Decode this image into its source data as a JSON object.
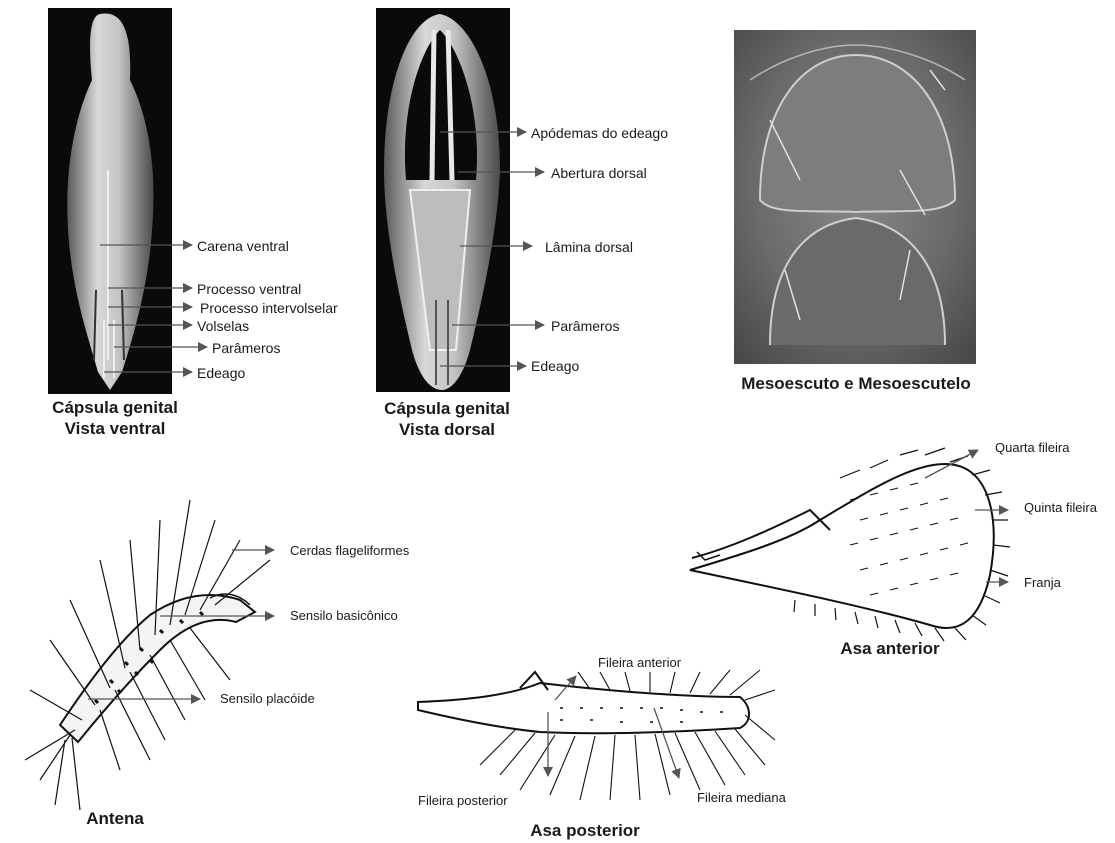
{
  "panels": {
    "ventral": {
      "labels": [
        "Carena ventral",
        "Processo ventral",
        "Processo intervolselar",
        "Volselas",
        "Parâmeros",
        "Edeago"
      ],
      "caption_line1": "Cápsula genital",
      "caption_line2": "Vista ventral"
    },
    "dorsal": {
      "labels": [
        "Apódemas do edeago",
        "Abertura dorsal",
        "Lâmina dorsal",
        "Parâmeros",
        "Edeago"
      ],
      "caption_line1": "Cápsula genital",
      "caption_line2": "Vista dorsal"
    },
    "mesoscutum": {
      "caption": "Mesoescuto e Mesoescutelo"
    },
    "forewing": {
      "labels": [
        "Quarta fileira",
        "Quinta fileira",
        "Franja"
      ],
      "caption": "Asa anterior"
    },
    "antenna": {
      "labels": [
        "Cerdas flageliformes",
        "Sensilo basicônico",
        "Sensilo placóide"
      ],
      "caption": "Antena"
    },
    "hindwing": {
      "labels": [
        "Fileira anterior",
        "Fileira posterior",
        "Fileira mediana"
      ],
      "caption": "Asa posterior"
    }
  },
  "colors": {
    "arrow": "#555555",
    "sem_dark": "#0c0c0c",
    "sem_light": "#e6e6e6"
  }
}
